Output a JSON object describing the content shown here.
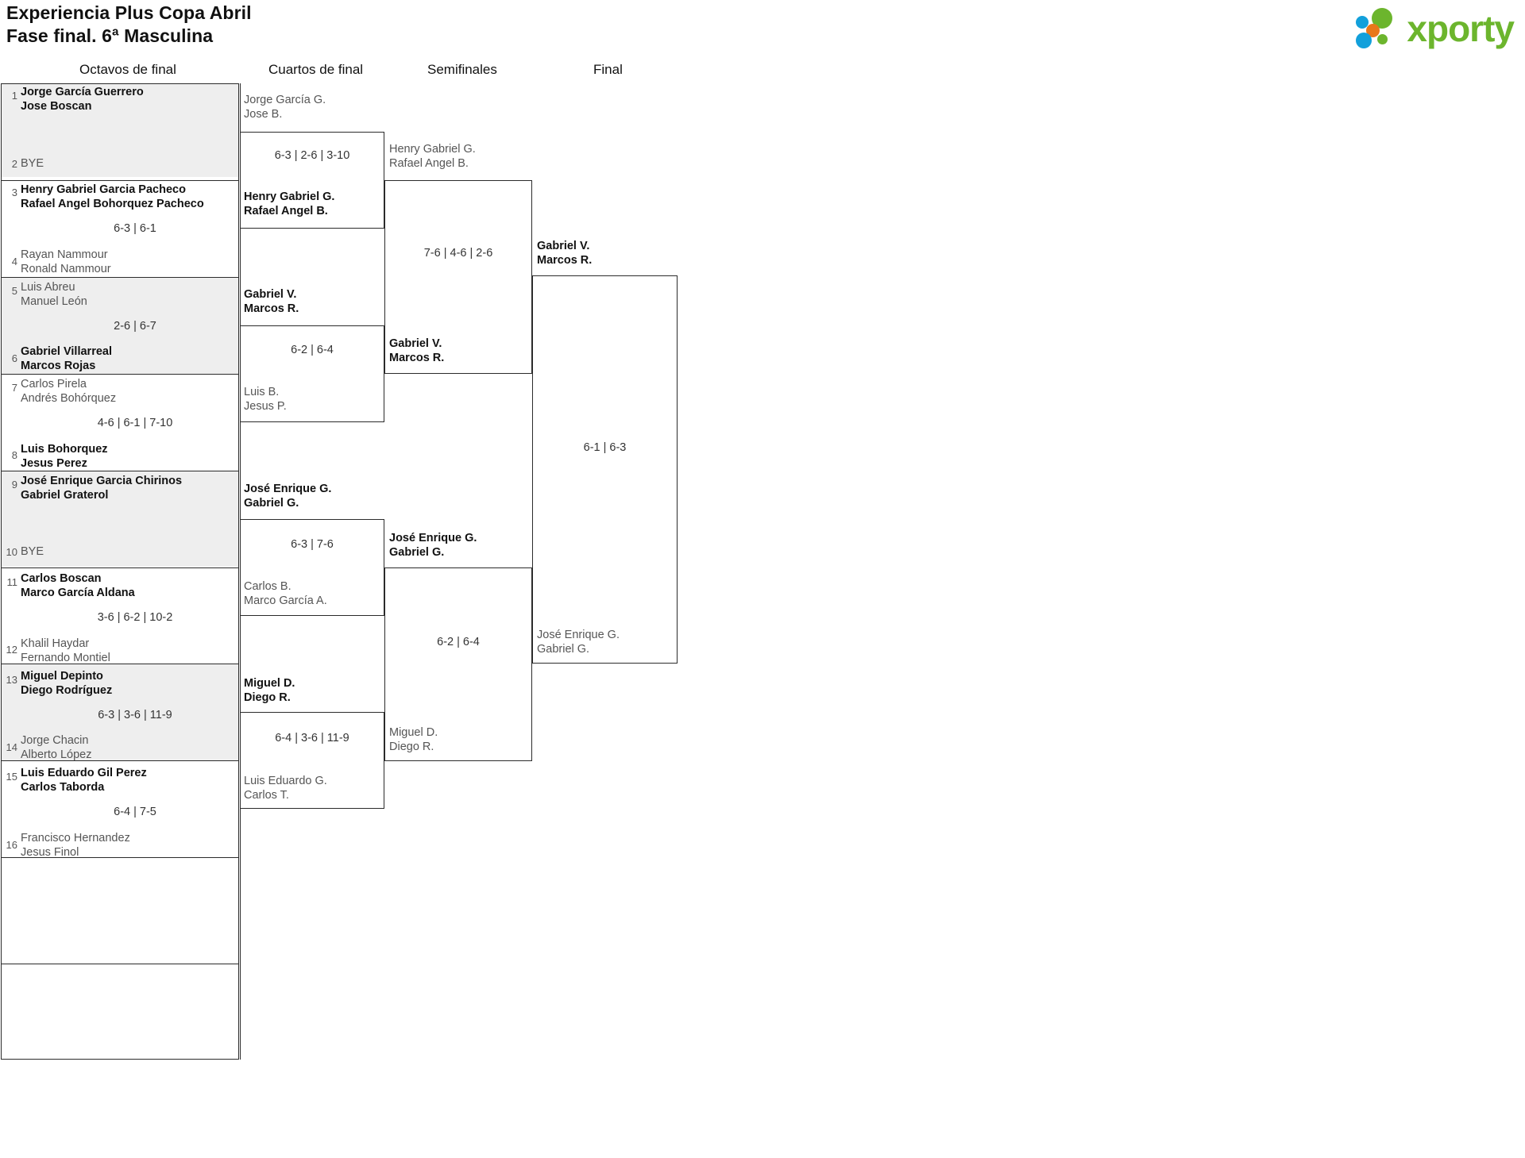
{
  "header": {
    "title_line1": "Experiencia Plus Copa Abril",
    "title_line2": "Fase final. 6ª Masculina",
    "logo_text": "xporty",
    "logo_colors": {
      "blue": "#12a0db",
      "orange": "#e8781a",
      "green": "#6cb52d"
    }
  },
  "rounds": [
    {
      "id": "r16",
      "label": "Octavos de final"
    },
    {
      "id": "qf",
      "label": "Cuartos de final"
    },
    {
      "id": "sf",
      "label": "Semifinales"
    },
    {
      "id": "f",
      "label": "Final"
    }
  ],
  "r16": {
    "entries": [
      {
        "seed": "1",
        "line1": "Jorge García Guerrero",
        "line2": "Jose Boscan",
        "state": "winner"
      },
      {
        "seed": "2",
        "line1": "BYE",
        "line2": "",
        "state": "bye"
      },
      {
        "seed": "3",
        "line1": "Henry Gabriel Garcia Pacheco",
        "line2": "Rafael Angel Bohorquez Pacheco",
        "state": "winner"
      },
      {
        "seed": "4",
        "line1": "Rayan Nammour",
        "line2": "Ronald Nammour",
        "state": "loser"
      },
      {
        "seed": "5",
        "line1": "Luis Abreu",
        "line2": "Manuel León",
        "state": "loser"
      },
      {
        "seed": "6",
        "line1": "Gabriel Villarreal",
        "line2": "Marcos Rojas",
        "state": "winner"
      },
      {
        "seed": "7",
        "line1": "Carlos Pirela",
        "line2": "Andrés Bohórquez",
        "state": "loser"
      },
      {
        "seed": "8",
        "line1": "Luis Bohorquez",
        "line2": "Jesus Perez",
        "state": "winner"
      },
      {
        "seed": "9",
        "line1": "José Enrique Garcia Chirinos",
        "line2": "Gabriel Graterol",
        "state": "winner"
      },
      {
        "seed": "10",
        "line1": "BYE",
        "line2": "",
        "state": "bye"
      },
      {
        "seed": "11",
        "line1": "Carlos Boscan",
        "line2": "Marco García Aldana",
        "state": "winner"
      },
      {
        "seed": "12",
        "line1": "Khalil Haydar",
        "line2": "Fernando Montiel",
        "state": "loser"
      },
      {
        "seed": "13",
        "line1": "Miguel Depinto",
        "line2": "Diego Rodríguez",
        "state": "winner"
      },
      {
        "seed": "14",
        "line1": "Jorge Chacin",
        "line2": "Alberto López",
        "state": "loser"
      },
      {
        "seed": "15",
        "line1": "Luis Eduardo Gil Perez",
        "line2": "Carlos Taborda",
        "state": "winner"
      },
      {
        "seed": "16",
        "line1": "Francisco Hernandez",
        "line2": "Jesus Finol",
        "state": "loser"
      }
    ],
    "scores": [
      "",
      "6-3 | 6-1",
      "2-6 | 6-7",
      "4-6 | 6-1 | 7-10",
      "",
      "3-6 | 6-2 | 10-2",
      "6-3 | 3-6 | 11-9",
      "6-4 | 7-5"
    ]
  },
  "qf": {
    "entries": [
      {
        "line1": "Jorge García G.",
        "line2": "Jose B.",
        "state": "loser"
      },
      {
        "line1": "Henry Gabriel G.",
        "line2": "Rafael Angel B.",
        "state": "winner"
      },
      {
        "line1": "Gabriel V.",
        "line2": "Marcos R.",
        "state": "winner"
      },
      {
        "line1": "Luis B.",
        "line2": "Jesus P.",
        "state": "loser"
      },
      {
        "line1": "José Enrique G.",
        "line2": "Gabriel G.",
        "state": "winner"
      },
      {
        "line1": "Carlos B.",
        "line2": "Marco García A.",
        "state": "loser"
      },
      {
        "line1": "Miguel D.",
        "line2": "Diego R.",
        "state": "winner"
      },
      {
        "line1": "Luis Eduardo G.",
        "line2": "Carlos T.",
        "state": "loser"
      }
    ],
    "scores": [
      "6-3 | 2-6 | 3-10",
      "6-2 | 6-4",
      "6-3 | 7-6",
      "6-4 | 3-6 | 11-9"
    ]
  },
  "sf": {
    "entries": [
      {
        "line1": "Henry Gabriel G.",
        "line2": "Rafael Angel B.",
        "state": "loser"
      },
      {
        "line1": "Gabriel V.",
        "line2": "Marcos R.",
        "state": "winner"
      },
      {
        "line1": "José Enrique G.",
        "line2": "Gabriel G.",
        "state": "winner"
      },
      {
        "line1": "Miguel D.",
        "line2": "Diego R.",
        "state": "loser"
      }
    ],
    "scores": [
      "7-6 | 4-6 | 2-6",
      "6-2 | 6-4"
    ]
  },
  "final": {
    "entries": [
      {
        "line1": "Gabriel V.",
        "line2": "Marcos R.",
        "state": "winner"
      },
      {
        "line1": "José Enrique G.",
        "line2": "Gabriel G.",
        "state": "loser"
      }
    ],
    "scores": [
      "6-1 | 6-3"
    ]
  }
}
